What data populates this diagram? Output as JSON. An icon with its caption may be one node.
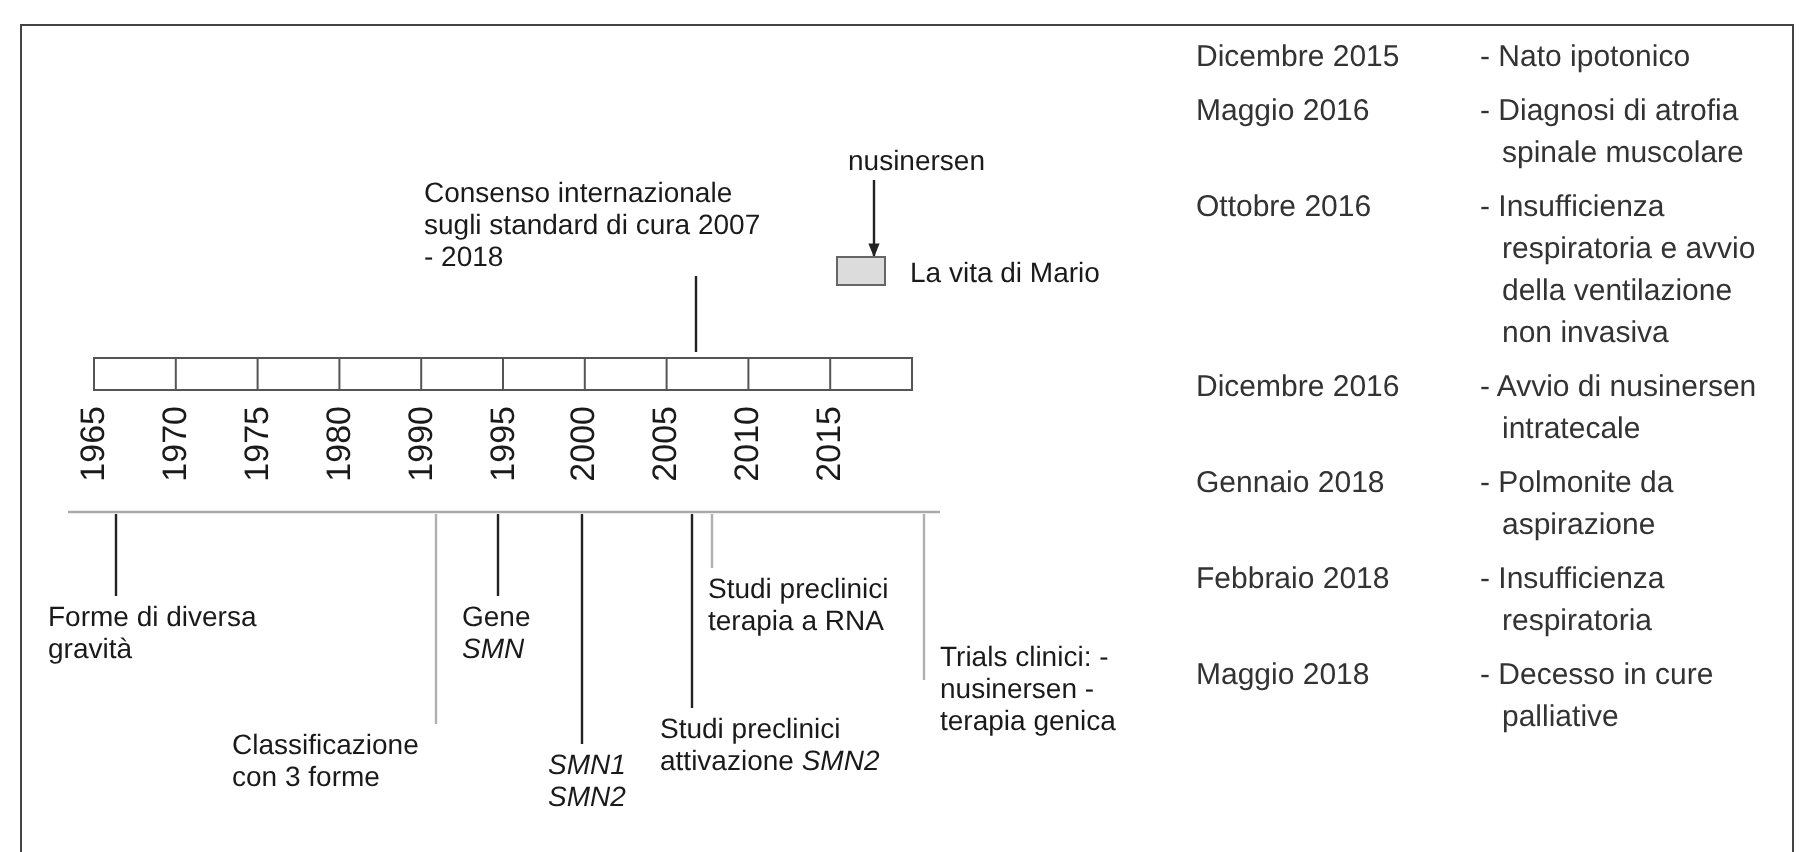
{
  "diagram": {
    "nodes": [
      {
        "text": [
          "Consenso internazionale sugli standard di cura 2007 - 2018"
        ]
      },
      {
        "text": [
          "nusinersen"
        ]
      },
      {
        "text": [
          "Forme di diversa gravità"
        ]
      },
      {
        "text": [
          "Gene *SMN*"
        ]
      },
      {
        "text": [
          "Studi preclinici terapia a RNA"
        ]
      },
      {
        "text": [
          "Trials clinici: - nusinersen - terapia genica"
        ]
      },
      {
        "text": [
          "Classificazione con 3 forme"
        ]
      },
      {
        "text": [
          "SMN1 SMN2"
        ]
      },
      {
        "text": [
          "Studi preclinici attivazione *SMN2*"
        ]
      },
      {
        "text": [],
        "shape": "box"
      }
    ],
    "edges": [
      {
        "from": 0,
        "to": null,
        "arrow": "none"
      },
      {
        "from": 1,
        "to": 9,
        "arrow": "to"
      },
      {
        "from": 2,
        "to": null,
        "arrow": "none"
      },
      {
        "from": 3,
        "to": null,
        "arrow": "none"
      },
      {
        "from": 4,
        "to": null,
        "arrow": "none",
        "color": "#b0b0b0"
      },
      {
        "from": 5,
        "to": null,
        "arrow": "none",
        "color": "#b0b0b0"
      },
      {
        "from": 6,
        "to": null,
        "arrow": "none",
        "color": "#b0b0b0"
      },
      {
        "from": 7,
        "to": null,
        "arrow": "none"
      },
      {
        "from": 8,
        "to": null,
        "arrow": "none"
      }
    ],
    "labels": [
      "1965",
      "1970",
      "1975",
      "1980",
      "1990",
      "1995",
      "2000",
      "2005",
      "2010",
      "2015",
      "Dicembre 2015",
      "- Nato ipotonico",
      "Maggio 2016",
      "- Diagnosi di atrofia spinale muscolare",
      "Ottobre 2016",
      "- Insufficienza respiratoria e avvio della ventilazione non invasiva",
      "Dicembre 2016",
      "- Avvio di nusinersen intratecale",
      "Gennaio 2018",
      "- Polmonite da aspirazione",
      "Febbraio 2018",
      "- Insufficienza respiratoria",
      "Maggio 2018",
      "- Decesso in cure palliative"
    ],
    "legend": [
      {
        "text": "La vita di Mario",
        "color": "#dcdcdc"
      }
    ]
  }
}
